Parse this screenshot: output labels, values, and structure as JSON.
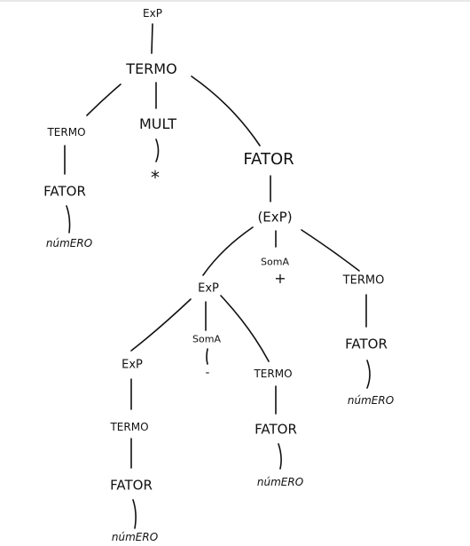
{
  "labels": {
    "exp_root": "ExP",
    "termo_top": "TERMO",
    "termo_left": "TERMO",
    "mult": "MULT",
    "fator_right": "FATOR",
    "fator_left": "FATOR",
    "star": "*",
    "numero_left": "númERO",
    "paren_exp": "(ExP)",
    "soma_plus": "SomA",
    "plus": "+",
    "termo_right": "TERMO",
    "exp_mid": "ExP",
    "fator_rr": "FATOR",
    "soma_minus": "SomA",
    "minus": "-",
    "exp_low": "ExP",
    "termo_mid": "TERMO",
    "numero_rr": "númERO",
    "termo_low": "TERMO",
    "fator_mid": "FATOR",
    "fator_low": "FATOR",
    "numero_mid": "númERO",
    "numero_low": "númERO"
  },
  "colors": {
    "ink": "#111111",
    "background": "#ffffff"
  }
}
